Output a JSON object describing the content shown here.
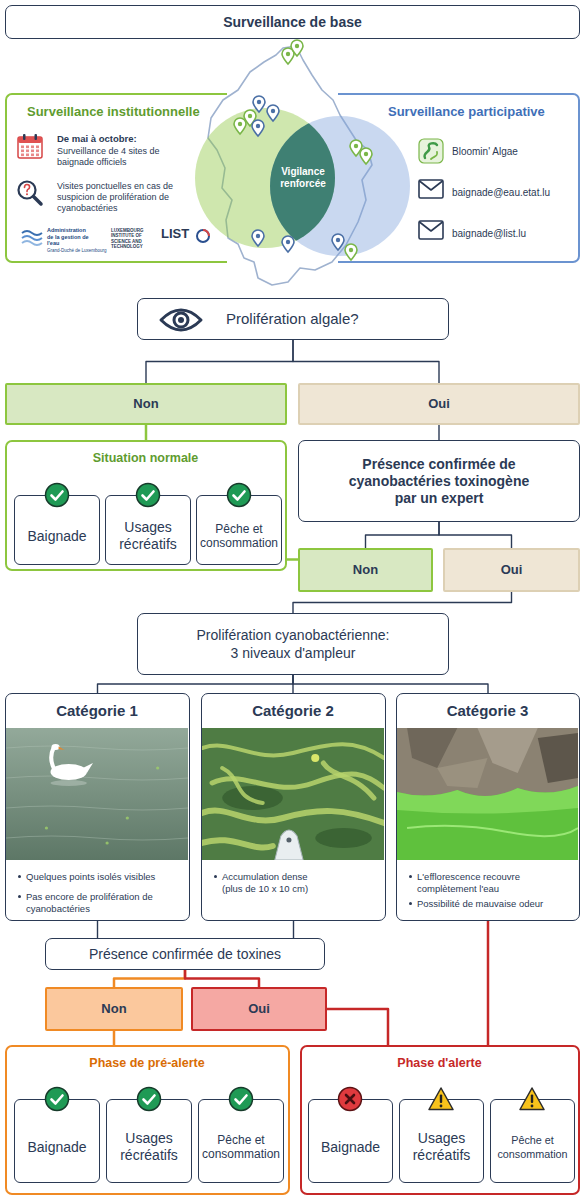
{
  "diagram": {
    "nodes": [
      {
        "text": [
          "Surveillance de base"
        ]
      },
      {
        "text": [
          "Surveillance institutionnelle",
          "De mai à octobre:",
          "Surveillance de 4 sites de baignade officiels",
          "Visites ponctuelles en cas de suspicion de prolifération de cyanobactéries",
          "Administration de la gestion de l'eau",
          "Grand-Duché de Luxembourg",
          "LUXEMBOURG INSTITUTE OF SCIENCE AND TECHNOLOGY",
          "LIST"
        ]
      },
      {
        "text": [
          "Vigilance renforcée"
        ]
      },
      {
        "text": [
          "Surveillance participative",
          "Bloomin' Algae",
          "baignade@eau.etat.lu",
          "baignade@list.lu"
        ]
      },
      {
        "text": [
          "Prolifération algale?"
        ]
      },
      {
        "text": [
          "Non"
        ]
      },
      {
        "text": [
          "Oui"
        ]
      },
      {
        "text": [
          "Situation normale"
        ]
      },
      {
        "text": [
          "Baignade"
        ],
        "in": 7
      },
      {
        "text": [
          "Usages récréatifs"
        ],
        "in": 7
      },
      {
        "text": [
          "Pêche et consommation"
        ],
        "in": 7
      },
      {
        "text": [
          "Présence confirmée de cyanobactéries toxinogène par un expert"
        ]
      },
      {
        "text": [
          "Non"
        ]
      },
      {
        "text": [
          "Oui"
        ]
      },
      {
        "text": [
          "Prolifération cyanobactérienne: 3 niveaux d'ampleur"
        ]
      },
      {
        "text": [
          "Catégorie 1",
          "Quelques points isolés visibles",
          "Pas encore de prolifération de cyanobactéries"
        ]
      },
      {
        "text": [
          "Catégorie 2",
          "Accumulation dense (plus de 10 x 10 cm)"
        ]
      },
      {
        "text": [
          "Catégorie 3",
          "L'efflorescence recouvre complètement l'eau",
          "Possibilité de mauvaise odeur"
        ]
      },
      {
        "text": [
          "Présence confirmée de toxines"
        ]
      },
      {
        "text": [
          "Non"
        ]
      },
      {
        "text": [
          "Oui"
        ]
      },
      {
        "text": [
          "Phase de pré-alerte"
        ]
      },
      {
        "text": [
          "Baignade"
        ],
        "in": 21
      },
      {
        "text": [
          "Usages récréatifs"
        ],
        "in": 21
      },
      {
        "text": [
          "Pêche et consommation"
        ],
        "in": 21
      },
      {
        "text": [
          "Phase d'alerte"
        ]
      },
      {
        "text": [
          "Baignade"
        ],
        "in": 25
      },
      {
        "text": [
          "Usages récréatifs"
        ],
        "in": 25
      },
      {
        "text": [
          "Pêche et consommation"
        ],
        "in": 25
      }
    ],
    "edges": [
      {
        "from": 4,
        "to": 5,
        "arrow": "none"
      },
      {
        "from": 4,
        "to": 6,
        "arrow": "none"
      },
      {
        "from": 5,
        "to": 7,
        "arrow": "none"
      },
      {
        "from": 6,
        "to": 11,
        "arrow": "none"
      },
      {
        "from": 11,
        "to": 12,
        "arrow": "none"
      },
      {
        "from": 11,
        "to": 13,
        "arrow": "none"
      },
      {
        "from": 12,
        "to": 7,
        "arrow": "none"
      },
      {
        "from": 13,
        "to": 14,
        "arrow": "none"
      },
      {
        "from": 14,
        "to": 15,
        "arrow": "none"
      },
      {
        "from": 14,
        "to": 16,
        "arrow": "none"
      },
      {
        "from": 14,
        "to": 17,
        "arrow": "none"
      },
      {
        "from": 15,
        "to": 18,
        "arrow": "none"
      },
      {
        "from": 16,
        "to": 18,
        "arrow": "none"
      },
      {
        "from": 18,
        "to": 19,
        "arrow": "none"
      },
      {
        "from": 18,
        "to": 20,
        "arrow": "none"
      },
      {
        "from": 19,
        "to": 21,
        "arrow": "none"
      },
      {
        "from": 20,
        "to": 25,
        "arrow": "none"
      },
      {
        "from": 17,
        "to": 25,
        "arrow": "none"
      }
    ]
  }
}
